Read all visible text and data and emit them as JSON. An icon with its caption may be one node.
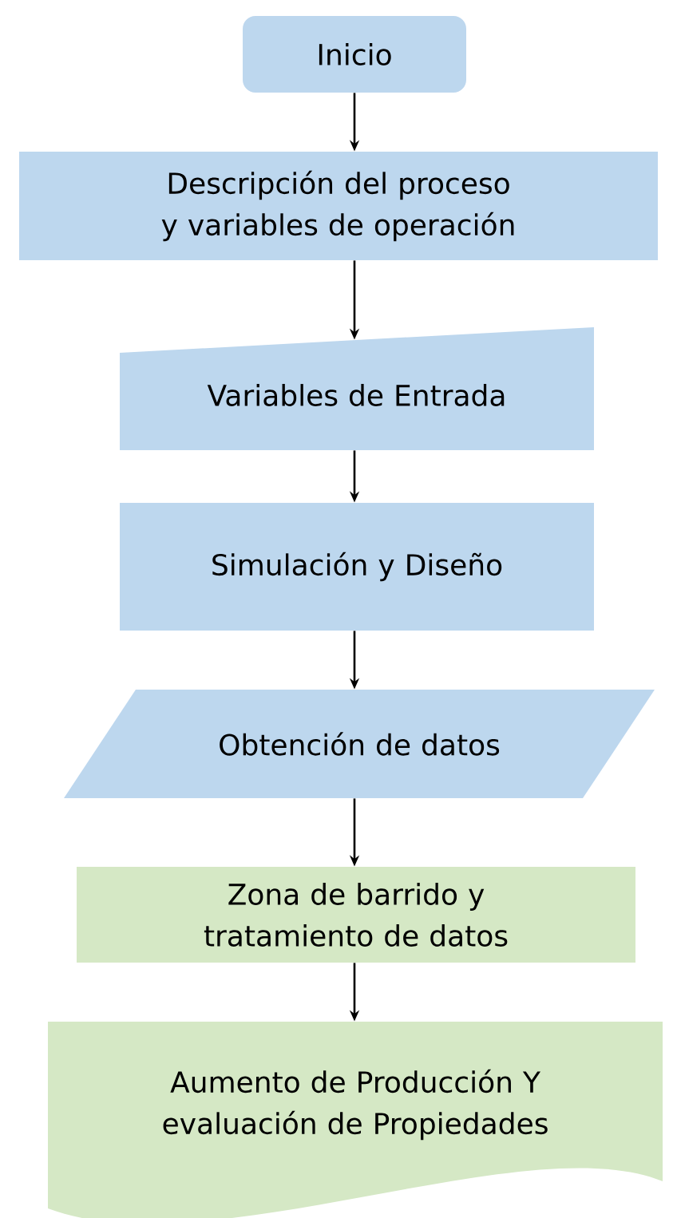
{
  "diagram": {
    "nodes": [
      {
        "text": [
          "Inicio"
        ]
      },
      {
        "text": [
          "Descripción del proceso y variables de operación"
        ]
      },
      {
        "text": [
          "Variables de Entrada"
        ]
      },
      {
        "text": [
          "Simulación y Diseño"
        ]
      },
      {
        "text": [
          "Obtención de datos"
        ]
      },
      {
        "text": [
          "Zona de barrido y tratamiento de datos"
        ]
      },
      {
        "text": [
          "Aumento de Producción Y evaluación de Propiedades"
        ]
      }
    ],
    "edges": [
      {
        "from": 0,
        "to": 1,
        "arrow": "to"
      },
      {
        "from": 1,
        "to": 2,
        "arrow": "to"
      },
      {
        "from": 2,
        "to": 3,
        "arrow": "to"
      },
      {
        "from": 3,
        "to": 4,
        "arrow": "to"
      },
      {
        "from": 4,
        "to": 5,
        "arrow": "to"
      },
      {
        "from": 5,
        "to": 6,
        "arrow": "to"
      }
    ]
  }
}
